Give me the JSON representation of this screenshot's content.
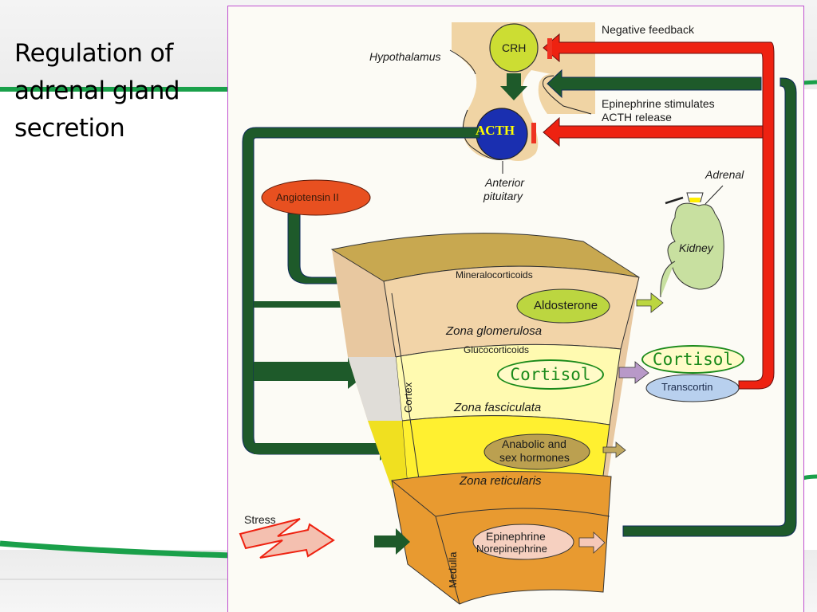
{
  "slide": {
    "title_lines": [
      "Regulation of",
      "adrenal gland",
      "secretion"
    ],
    "accent_color": "#1aa04a"
  },
  "diagram": {
    "hypothalamus_label": "Hypothalamus",
    "crh_label": "CRH",
    "acth_label": "ACTH",
    "anterior_pituitary_label": [
      "Anterior",
      "pituitary"
    ],
    "negative_feedback_label": "Negative feedback",
    "epinephrine_stimulates_label": [
      "Epinephrine stimulates",
      "ACTH release"
    ],
    "angiotensin_label": "Angiotensin II",
    "adrenal_label": "Adrenal",
    "kidney_label": "Kidney",
    "mineralocorticoids_label": "Mineralocorticoids",
    "aldosterone_label": "Aldosterone",
    "zona_glomerulosa_label": "Zona glomerulosa",
    "glucocorticoids_label": "Glucocorticoids",
    "cortisol_label": "Cortisol",
    "cortisol_bound_label": "Cortisol",
    "transcortin_label": "Transcortin",
    "cortex_label": "Cortex",
    "zona_fasciculata_label": "Zona fasciculata",
    "anabolic_label": [
      "Anabolic and",
      "sex hormones"
    ],
    "zona_reticularis_label": "Zona reticularis",
    "stress_label": "Stress",
    "medulla_label": "Medulla",
    "epinephrine_label": "Epinephrine",
    "norepinephrine_label": "Norepinephrine",
    "colors": {
      "stimulation_arrow": "#1e5a2a",
      "inhibition_arrow": "#ee2211",
      "crh": "#ccdd33",
      "acth": "#1a2fb0",
      "angiotensin": "#e85020",
      "aldosterone": "#bcd640",
      "transcortin": "#b8d0ee"
    }
  }
}
